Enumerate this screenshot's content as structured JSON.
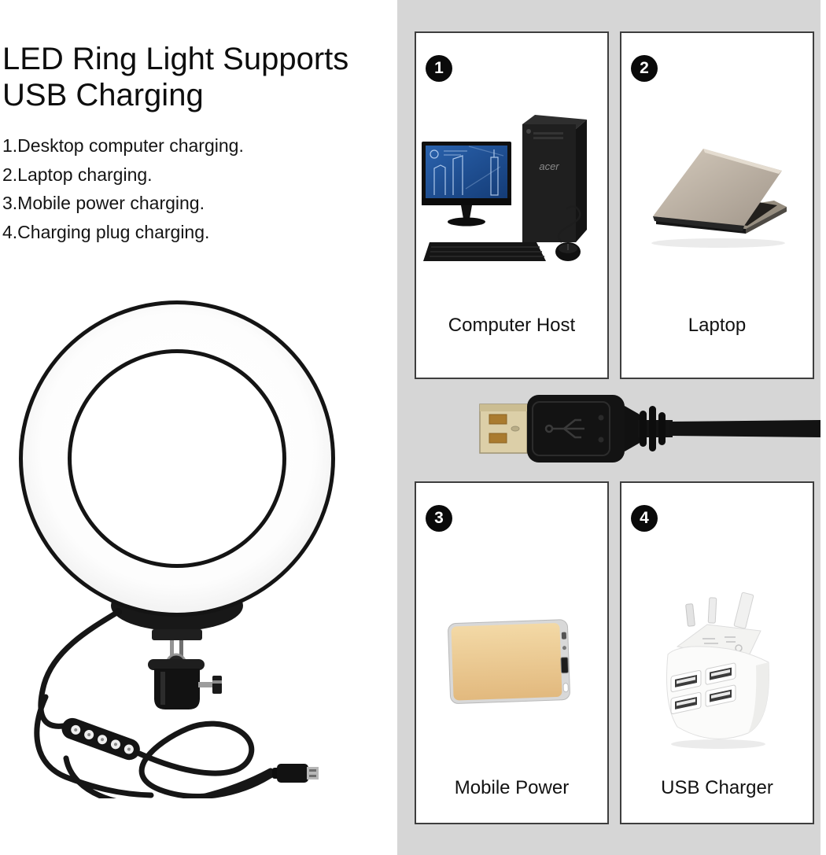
{
  "intro": {
    "title_line1": "LED Ring Light Supports",
    "title_line2": "USB Charging",
    "features": [
      "1.Desktop computer charging.",
      "2.Laptop charging.",
      "3.Mobile power charging.",
      "4.Charging plug charging."
    ]
  },
  "hero": {
    "illustration": "led-ring-light-with-ball-head-mount-and-usb-cable"
  },
  "panel": {
    "divider_illustration": "usb-a-plug-with-cable",
    "cards": [
      {
        "number": "1",
        "label": "Computer Host",
        "illustration": "desktop-computer",
        "brand_text": "acer"
      },
      {
        "number": "2",
        "label": "Laptop",
        "illustration": "laptop-rear-view"
      },
      {
        "number": "3",
        "label": "Mobile Power",
        "illustration": "gold-power-bank"
      },
      {
        "number": "4",
        "label": "USB Charger",
        "illustration": "uk-4-port-usb-wall-charger"
      }
    ]
  },
  "colors": {
    "panel_background": "#d6d6d6",
    "card_border": "#3e3e3e",
    "badge_background": "#0a0a0a",
    "badge_text": "#ffffff",
    "body_text": "#141414",
    "ring_frame": "#161616",
    "ring_diffuser": "#ffffff",
    "screen_blue": "#1e4f93",
    "laptop_champagne": "#b9afa1",
    "power_bank_gold": "#e9c38d",
    "usb_contact_gold": "#aa7b2f"
  }
}
